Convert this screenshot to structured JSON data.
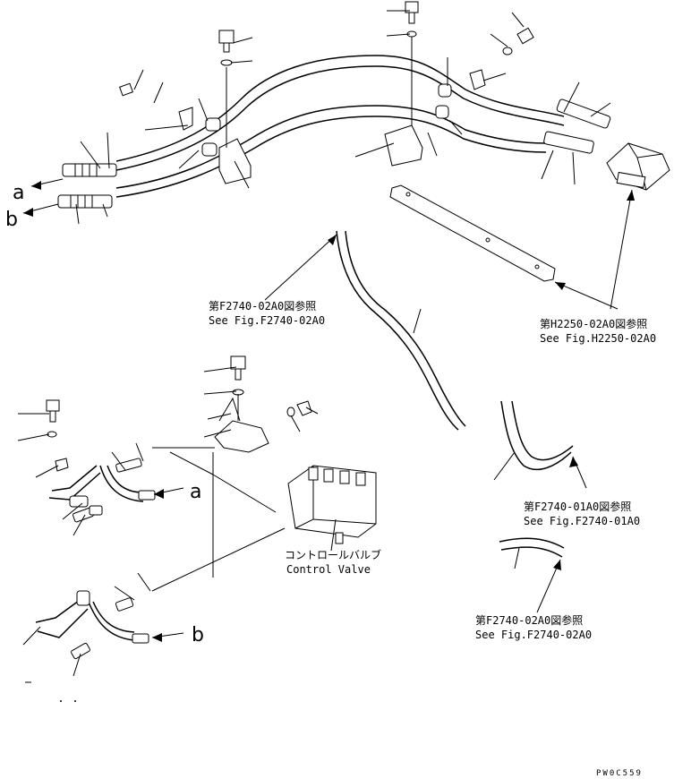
{
  "arrow_labels": {
    "a": "a",
    "b": "b"
  },
  "references": {
    "upper_hose_jp": "第F2740-02A0図参照",
    "upper_hose_en": "See Fig.F2740-02A0",
    "bracket_jp": "第H2250-02A0図参照",
    "bracket_en": "See Fig.H2250-02A0",
    "right_hose_jp": "第F2740-01A0図参照",
    "right_hose_en": "See Fig.F2740-01A0",
    "lower_hose_jp": "第F2740-02A0図参照",
    "lower_hose_en": "See Fig.F2740-02A0"
  },
  "control_valve": {
    "jp": "コントロールバルブ",
    "en": "Control Valve"
  },
  "drawing_code": "PW0C559"
}
